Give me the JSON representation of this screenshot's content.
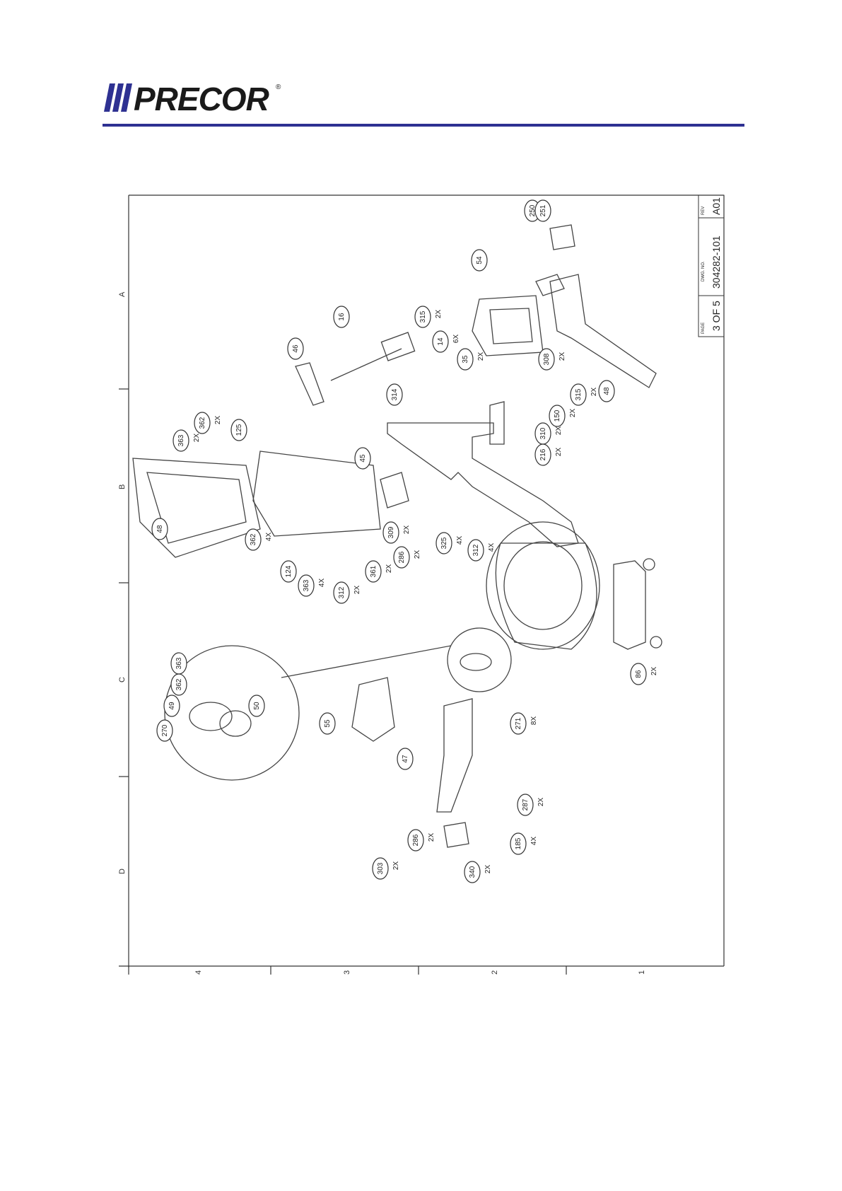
{
  "brand": {
    "name": "PRECOR",
    "trademark": "®",
    "color": "#2e3192"
  },
  "drawing": {
    "title_block": {
      "page_label": "PAGE",
      "page_value": "3 OF 5",
      "dwg_label": "DWG. NO.",
      "dwg_value": "304282-101",
      "rev_label": "REV",
      "rev_value": "A01"
    },
    "zone_letters": [
      "A",
      "B",
      "C",
      "D"
    ],
    "zone_numbers": [
      "4",
      "3",
      "2",
      "1"
    ],
    "callouts": [
      {
        "id": "250",
        "qty": ""
      },
      {
        "id": "251",
        "qty": ""
      },
      {
        "id": "54",
        "qty": ""
      },
      {
        "id": "16",
        "qty": ""
      },
      {
        "id": "46",
        "qty": ""
      },
      {
        "id": "315",
        "qty": "2X"
      },
      {
        "id": "14",
        "qty": "6X"
      },
      {
        "id": "35",
        "qty": "2X"
      },
      {
        "id": "308",
        "qty": "2X"
      },
      {
        "id": "314",
        "qty": ""
      },
      {
        "id": "48",
        "qty": ""
      },
      {
        "id": "315",
        "qty": "2X"
      },
      {
        "id": "150",
        "qty": "2X"
      },
      {
        "id": "310",
        "qty": "2X"
      },
      {
        "id": "216",
        "qty": "2X"
      },
      {
        "id": "362",
        "qty": "2X"
      },
      {
        "id": "363",
        "qty": "2X"
      },
      {
        "id": "125",
        "qty": ""
      },
      {
        "id": "45",
        "qty": ""
      },
      {
        "id": "48",
        "qty": ""
      },
      {
        "id": "309",
        "qty": "2X"
      },
      {
        "id": "286",
        "qty": "2X"
      },
      {
        "id": "361",
        "qty": "2X"
      },
      {
        "id": "325",
        "qty": "4X"
      },
      {
        "id": "312",
        "qty": "4X"
      },
      {
        "id": "362",
        "qty": "4X"
      },
      {
        "id": "124",
        "qty": ""
      },
      {
        "id": "363",
        "qty": "4X"
      },
      {
        "id": "312",
        "qty": "2X"
      },
      {
        "id": "363",
        "qty": ""
      },
      {
        "id": "362",
        "qty": ""
      },
      {
        "id": "49",
        "qty": ""
      },
      {
        "id": "50",
        "qty": ""
      },
      {
        "id": "270",
        "qty": ""
      },
      {
        "id": "86",
        "qty": "2X"
      },
      {
        "id": "55",
        "qty": ""
      },
      {
        "id": "271",
        "qty": "8X"
      },
      {
        "id": "47",
        "qty": ""
      },
      {
        "id": "287",
        "qty": "2X"
      },
      {
        "id": "286",
        "qty": "2X"
      },
      {
        "id": "185",
        "qty": "4X"
      },
      {
        "id": "303",
        "qty": "2X"
      },
      {
        "id": "340",
        "qty": "2X"
      }
    ]
  }
}
